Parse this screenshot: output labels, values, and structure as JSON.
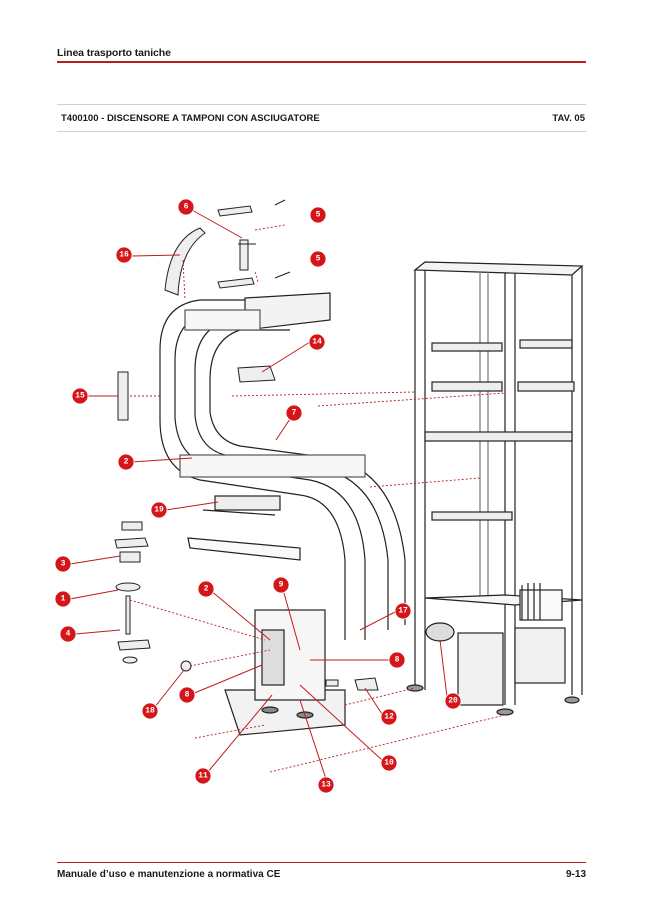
{
  "header": {
    "title": "Linea trasporto taniche"
  },
  "subheader": {
    "code_title": "T400100 - DISCENSORE A TAMPONI CON ASCIUGATORE",
    "sheet": "TAV. 05"
  },
  "footer": {
    "manual": "Manuale d’uso e manutenzione a normativa CE",
    "page": "9-13"
  },
  "colors": {
    "accent": "#d4161b",
    "rule": "#c21a1a"
  },
  "callouts": [
    "6",
    "5",
    "5",
    "16",
    "14",
    "15",
    "7",
    "2",
    "19",
    "3",
    "1",
    "4",
    "2",
    "9",
    "17",
    "8",
    "20",
    "18",
    "8",
    "12",
    "10",
    "11",
    "13"
  ]
}
